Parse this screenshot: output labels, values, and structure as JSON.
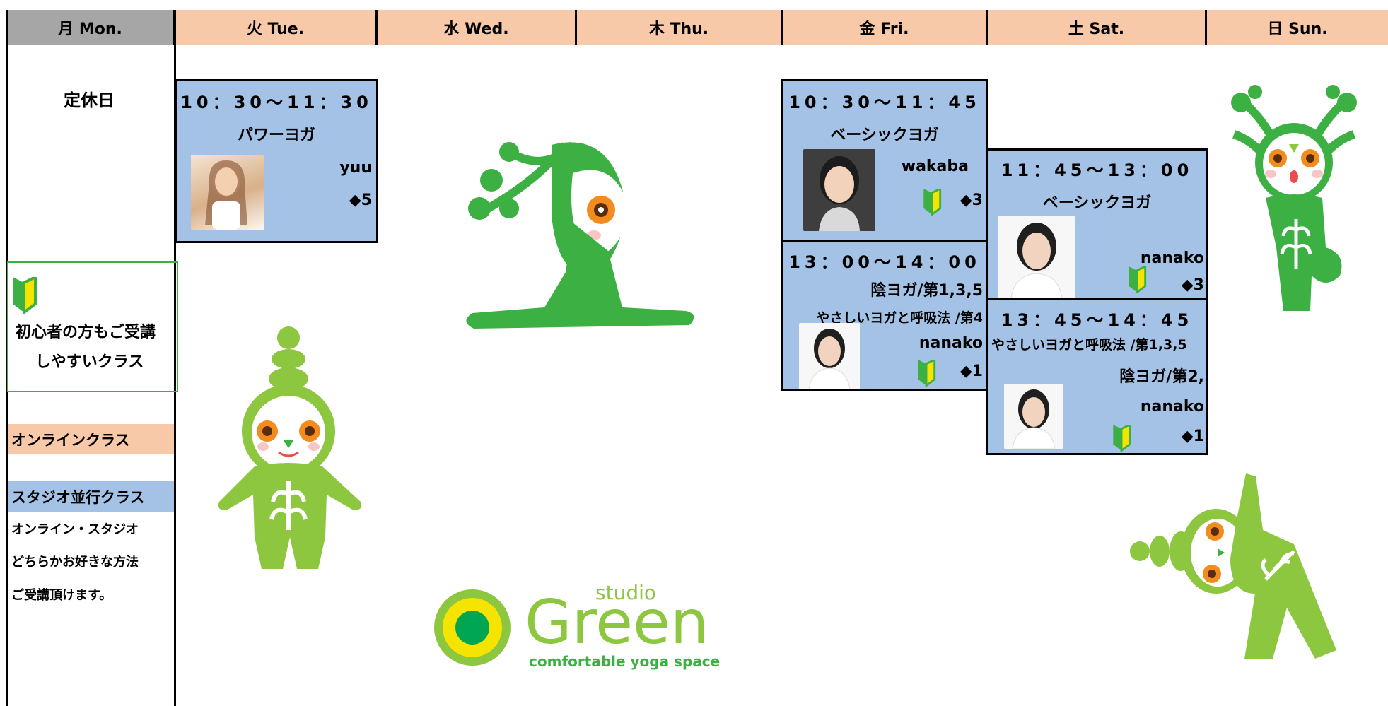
{
  "days": [
    {
      "label": "月 Mon."
    },
    {
      "label": "火 Tue."
    },
    {
      "label": "水 Wed."
    },
    {
      "label": "木 Thu."
    },
    {
      "label": "金 Fri."
    },
    {
      "label": "土 Sat."
    },
    {
      "label": "日 Sun."
    }
  ],
  "closed_label": "定休日",
  "legend": {
    "beginner_line1": "初心者の方もご受講",
    "beginner_line2": "しやすいクラス",
    "online": "オンラインクラス",
    "parallel": "スタジオ並行クラス",
    "note1": "オンライン・スタジオ",
    "note2": "どちらかお好きな方法",
    "note3": "ご受講頂けます。"
  },
  "classes": {
    "tue": {
      "time": "10：30～11：30",
      "name": "パワーヨガ",
      "teacher": "yuu",
      "level": "◆5"
    },
    "fri1": {
      "time": "10：30～11：45",
      "name": "ベーシックヨガ",
      "teacher": "wakaba",
      "level": "◆3"
    },
    "fri2": {
      "time": "13：00～14：00",
      "name1": "陰ヨガ/第1,3,5",
      "name2": "やさしいヨガと呼吸法 /第4",
      "teacher": "nanako",
      "level": "◆1"
    },
    "sat1": {
      "time": "11：45～13：00",
      "name": "ベーシックヨガ",
      "teacher": "nanako",
      "level": "◆3"
    },
    "sat2": {
      "time": "13：45～14：45",
      "name1": "やさしいヨガと呼吸法 /第1,3,5",
      "name2": "陰ヨガ/第2,",
      "teacher": "nanako",
      "level": "◆1"
    }
  },
  "logo": {
    "small": "studio",
    "big": "Green",
    "tagline": "comfortable yoga space"
  },
  "colors": {
    "header": "#f8c9a8",
    "header_mon": "#a6a6a6",
    "class_bg": "#a4c2e6",
    "online": "#f8c9a8",
    "parallel": "#a4c2e6",
    "green": "#3cb043",
    "lime": "#8dc63f"
  }
}
